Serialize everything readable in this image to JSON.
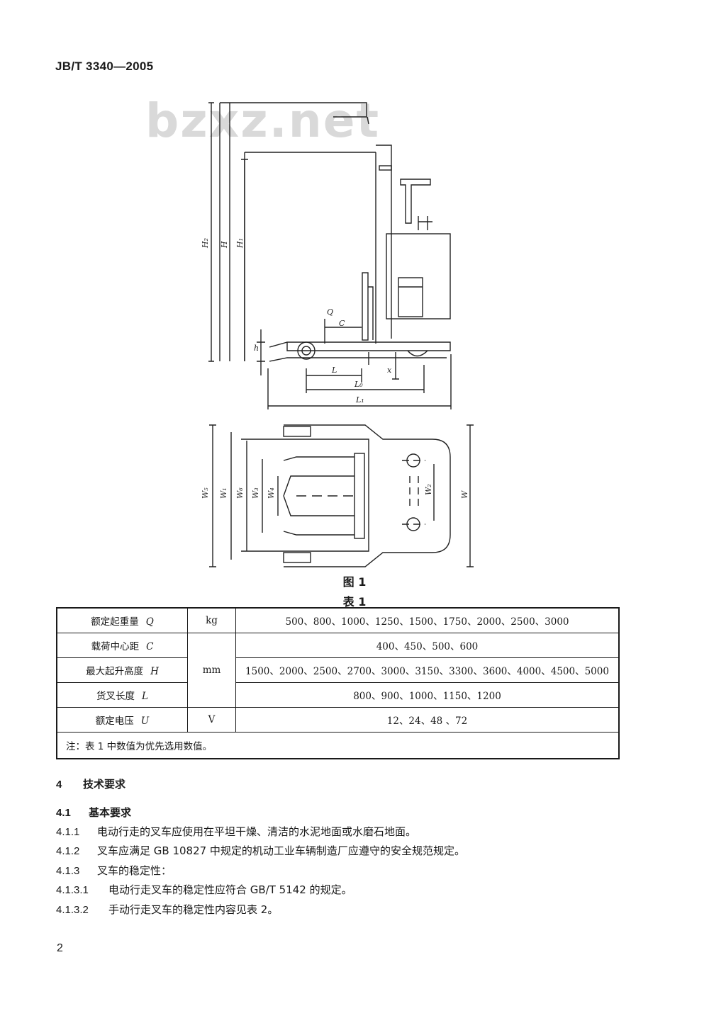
{
  "header": {
    "doc_code": "JB/T 3340—2005"
  },
  "watermark": {
    "text": "bzxz.net"
  },
  "figure": {
    "caption": "图 1",
    "labels": {
      "H2": "H₂",
      "H": "H",
      "H1": "H₁",
      "Q": "Q",
      "C": "C",
      "h": "h",
      "x": "x",
      "L": "L",
      "L0": "L₀",
      "L1": "L₁",
      "W5": "W₅",
      "W1": "W₁",
      "W6": "W₆",
      "W3": "W₃",
      "W4": "W₄",
      "W2": "W₂",
      "W": "W"
    }
  },
  "table": {
    "caption": "表 1",
    "rows": [
      {
        "name": "额定起重量",
        "symbol": "Q",
        "unit": "kg",
        "values": "500、800、1000、1250、1500、1750、2000、2500、3000"
      },
      {
        "name": "载荷中心距",
        "symbol": "C",
        "unit": "mm",
        "values": "400、450、500、600"
      },
      {
        "name": "最大起升高度",
        "symbol": "H",
        "unit": "",
        "values": "1500、2000、2500、2700、3000、3150、3300、3600、4000、4500、5000"
      },
      {
        "name": "货叉长度",
        "symbol": "L",
        "unit": "",
        "values": "800、900、1000、1150、1200"
      },
      {
        "name": "额定电压",
        "symbol": "U",
        "unit": "V",
        "values": "12、24、48 、72"
      }
    ],
    "note": "注：表 1 中数值为优先选用数值。"
  },
  "sections": [
    {
      "num": "4",
      "title": "技术要求"
    },
    {
      "num": "4.1",
      "title": "基本要求"
    },
    {
      "num": "4.1.1",
      "text": "电动行走的叉车应使用在平坦干燥、清洁的水泥地面或水磨石地面。"
    },
    {
      "num": "4.1.2",
      "text": "叉车应满足 GB 10827 中规定的机动工业车辆制造厂应遵守的安全规范规定。"
    },
    {
      "num": "4.1.3",
      "text": "叉车的稳定性："
    },
    {
      "num": "4.1.3.1",
      "text": "电动行走叉车的稳定性应符合 GB/T 5142 的规定。"
    },
    {
      "num": "4.1.3.2",
      "text": "手动行走叉车的稳定性内容见表 2。"
    }
  ],
  "footer": {
    "page_number": "2"
  }
}
